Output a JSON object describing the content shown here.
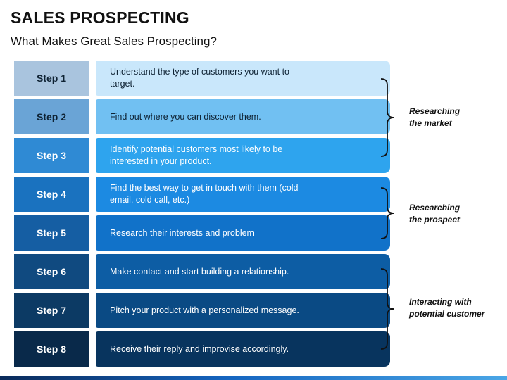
{
  "title": "SALES PROSPECTING",
  "subtitle": "What Makes Great Sales Prospecting?",
  "steps": [
    {
      "label": "Step 1",
      "text": "Understand the type of customers you want to target.",
      "step_bg": "#a9c4de",
      "desc_bg": "#c9e7fb",
      "fg": "#0e2233"
    },
    {
      "label": "Step 2",
      "text": "Find out where you can discover them.",
      "step_bg": "#6aa4d6",
      "desc_bg": "#71c0f2",
      "fg": "#0e2233"
    },
    {
      "label": "Step 3",
      "text": "Identify potential customers most likely to be interested in your product.",
      "step_bg": "#2f8ad4",
      "desc_bg": "#2ea4ee",
      "fg": "#ffffff"
    },
    {
      "label": "Step 4",
      "text": "Find the best way to get in touch with them (cold email, cold call, etc.)",
      "step_bg": "#1a72bf",
      "desc_bg": "#1c8ae2",
      "fg": "#ffffff"
    },
    {
      "label": "Step 5",
      "text": "Research their interests and problem",
      "step_bg": "#155ea3",
      "desc_bg": "#1172c9",
      "fg": "#ffffff"
    },
    {
      "label": "Step 6",
      "text": "Make contact and start building a relationship.",
      "step_bg": "#104a80",
      "desc_bg": "#0d5da4",
      "fg": "#ffffff"
    },
    {
      "label": "Step 7",
      "text": "Pitch your product with a personalized message.",
      "step_bg": "#0c3a64",
      "desc_bg": "#0a4a84",
      "fg": "#ffffff"
    },
    {
      "label": "Step 8",
      "text": "Receive their reply and improvise accordingly.",
      "step_bg": "#09294a",
      "desc_bg": "#08345e",
      "fg": "#ffffff"
    }
  ],
  "groups": [
    {
      "line1": "Researching",
      "line2": "the market"
    },
    {
      "line1": "Researching",
      "line2": "the prospect"
    },
    {
      "line1": "Interacting with",
      "line2": "potential customer"
    }
  ]
}
